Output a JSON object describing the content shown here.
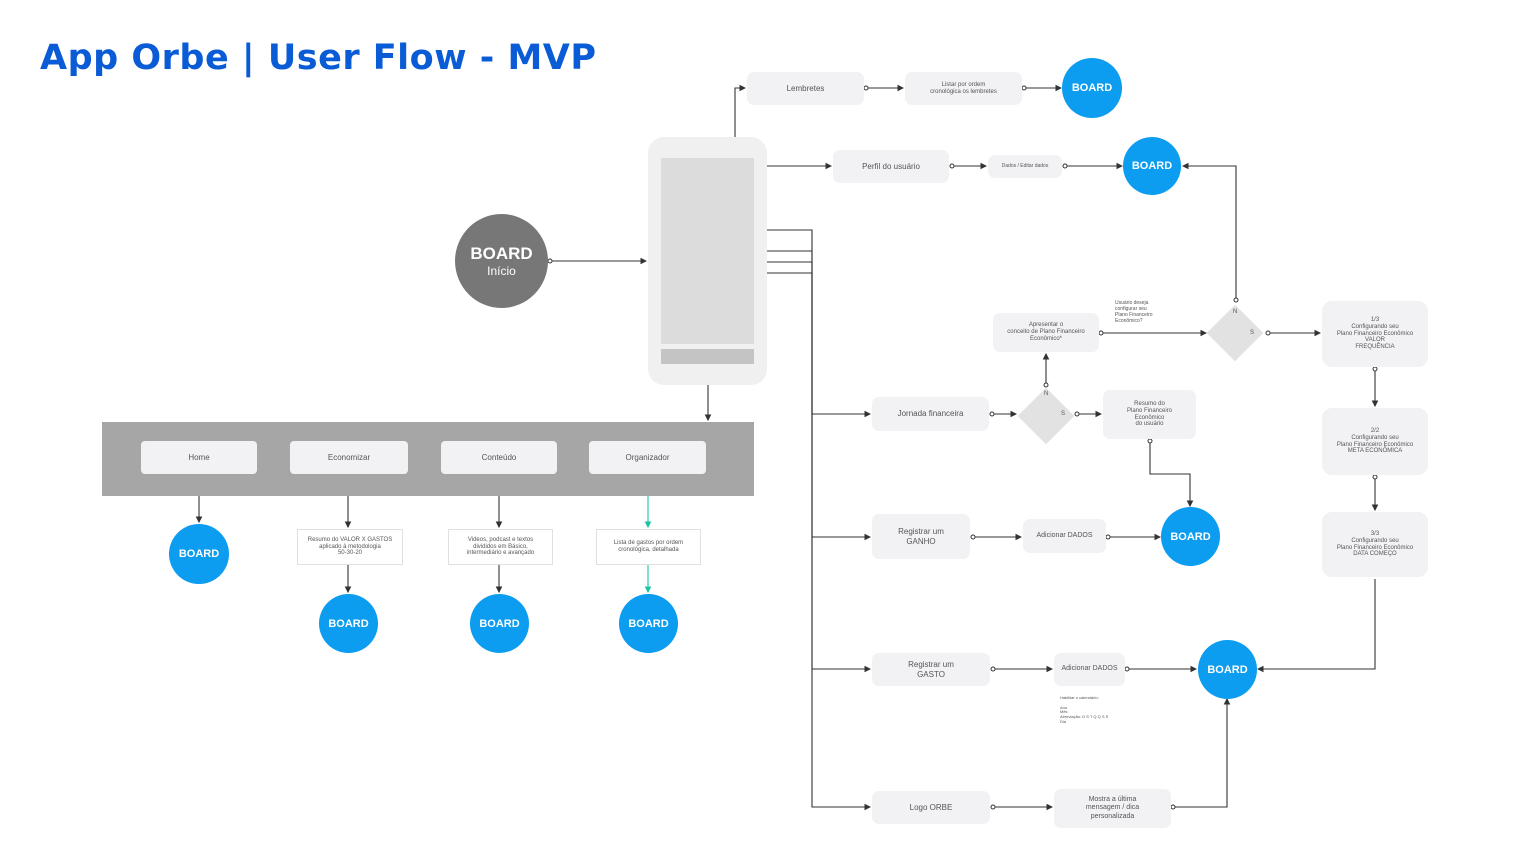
{
  "title": "App Orbe | User Flow - MVP",
  "start": {
    "label": "BOARD",
    "sub": "Início"
  },
  "board_label": "BOARD",
  "nav_tabs": [
    "Home",
    "Economizar",
    "Conteúdo",
    "Organizador"
  ],
  "nav_outputs": [
    "Resumo do VALOR X GASTOS\naplicado à metodologia\n50-30-20",
    "Videos, podcast e textos\ndivididos em Básico,\nintermediário e avançado",
    "Lista de gastos por ordem\ncronológica, detalhada"
  ],
  "nodes": {
    "lembretes": "Lembretes",
    "listar": "Listar por ordem\ncronológica os lembretes",
    "perfil": "Perfil do usuário",
    "dados": "Dados / Editar dados",
    "apresentar": "Apresentar o\nconceito de Plano Financeiro\nEconômico*",
    "pergunta": "Usuário deseja\nconfigurar seu\nPlano Financeiro\nEconômico?",
    "step1": "1/3\nConfigurando seu\nPlano Financeiro Econômico\nVALOR\nFREQUÊNCIA",
    "step2": "2/2\nConfigurando seu\nPlano Financeiro Econômico\nMETA ECONÔMICA",
    "step3": "3/3\nConfigurando seu\nPlano Financeiro Econômico\nDATA COMEÇO",
    "jornada": "Jornada financeira",
    "resumo": "Resumo do\nPlano Financeiro\nEconômico\ndo usuário",
    "ganho": "Registrar um\nGANHO",
    "adicionar1": "Adicionar DADOS",
    "gasto": "Registrar um\nGASTO",
    "adicionar2": "Adicionar DADOS",
    "calendario": "Habilitar o calendário:\n\nAno\nMês\nAbreviação: D S T Q Q S S\nDia",
    "logo": "Logo ORBE",
    "mostra": "Mostra a última\nmensagem / dica\npersonalizada"
  },
  "decision": {
    "no": "N",
    "yes": "S"
  },
  "colors": {
    "title": "#0a5bd6",
    "board": "#0c9cf0",
    "start": "#777777",
    "nav": "#a6a6a6",
    "organizador_link": "#18c4a4"
  }
}
